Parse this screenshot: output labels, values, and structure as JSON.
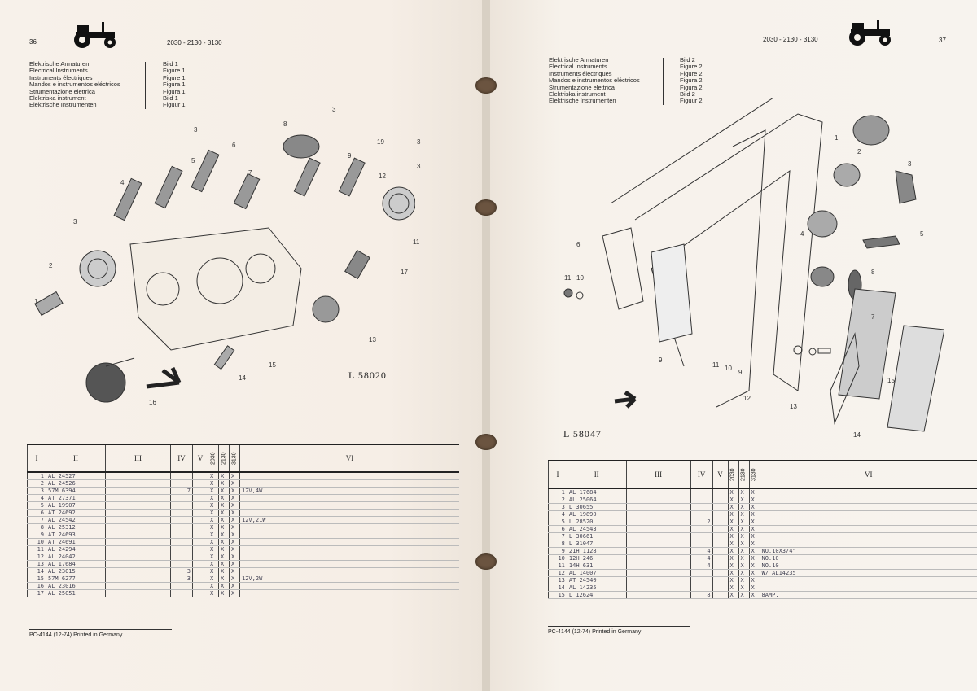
{
  "left": {
    "page_number": "36",
    "models": "2030 - 2130 - 3130",
    "titles": [
      "Elektrische Armaturen",
      "Electrical Instruments",
      "Instruments électriques",
      "Mandos e instrumentos eléctricos",
      "Strumentazione elettrica",
      "Elektriska instrument",
      "Elektrische Instrumenten"
    ],
    "figures": [
      "Bild 1",
      "Figure 1",
      "Figure 1",
      "Figura 1",
      "Figura 1",
      "Bild 1",
      "Figuur 1"
    ],
    "callouts": [
      "3",
      "3",
      "8",
      "3",
      "9",
      "19",
      "3",
      "5",
      "6",
      "7",
      "4",
      "12",
      "3",
      "2",
      "11",
      "17",
      "1",
      "13",
      "14",
      "15",
      "16"
    ],
    "drawing_number": "L 58020",
    "table": {
      "headers": [
        "I",
        "II",
        "III",
        "IV",
        "V",
        "2030",
        "2130",
        "3130",
        "VI"
      ],
      "rows": [
        [
          "1",
          "AL 24527",
          "",
          "",
          "",
          "X",
          "X",
          "X",
          ""
        ],
        [
          "2",
          "AL 24526",
          "",
          "",
          "",
          "X",
          "X",
          "X",
          ""
        ],
        [
          "3",
          "57M 6394",
          "",
          "7",
          "",
          "X",
          "X",
          "X",
          "12V,4W"
        ],
        [
          "4",
          "AT 27371",
          "",
          "",
          "",
          "X",
          "X",
          "X",
          ""
        ],
        [
          "5",
          "AL 19907",
          "",
          "",
          "",
          "X",
          "X",
          "X",
          ""
        ],
        [
          "6",
          "AT 24692",
          "",
          "",
          "",
          "X",
          "X",
          "X",
          ""
        ],
        [
          "7",
          "AL 24542",
          "",
          "",
          "",
          "X",
          "X",
          "X",
          "12V,21W"
        ],
        [
          "8",
          "AL 25312",
          "",
          "",
          "",
          "X",
          "X",
          "X",
          ""
        ],
        [
          "9",
          "AT 24693",
          "",
          "",
          "",
          "X",
          "X",
          "X",
          ""
        ],
        [
          "10",
          "AT 24691",
          "",
          "",
          "",
          "X",
          "X",
          "X",
          ""
        ],
        [
          "11",
          "AL 24294",
          "",
          "",
          "",
          "X",
          "X",
          "X",
          ""
        ],
        [
          "12",
          "AL 24042",
          "",
          "",
          "",
          "X",
          "X",
          "X",
          ""
        ],
        [
          "13",
          "AL 17684",
          "",
          "",
          "",
          "X",
          "X",
          "X",
          ""
        ],
        [
          "14",
          "AL 23015",
          "",
          "3",
          "",
          "X",
          "X",
          "X",
          ""
        ],
        [
          "15",
          "57M 6277",
          "",
          "3",
          "",
          "X",
          "X",
          "X",
          "12V,2W"
        ],
        [
          "16",
          "AL 23016",
          "",
          "",
          "",
          "X",
          "X",
          "X",
          ""
        ],
        [
          "17",
          "AL 25051",
          "",
          "",
          "",
          "X",
          "X",
          "X",
          ""
        ]
      ]
    },
    "footer": "PC-4144 (12-74) Printed in Germany"
  },
  "right": {
    "page_number": "37",
    "models": "2030 - 2130 - 3130",
    "titles": [
      "Elektrische Armaturen",
      "Electrical Instruments",
      "Instruments électriques",
      "Mandos e instrumentos eléctricos",
      "Strumentazione elettrica",
      "Elektriska instrument",
      "Elektrische Instrumenten"
    ],
    "figures": [
      "Bild 2",
      "Figure 2",
      "Figure 2",
      "Figura 2",
      "Figura 2",
      "Bild 2",
      "Figuur 2"
    ],
    "callouts": [
      "1",
      "2",
      "3",
      "4",
      "5",
      "6",
      "7",
      "8",
      "11",
      "10",
      "9",
      "11",
      "10",
      "9",
      "12",
      "13",
      "14",
      "15"
    ],
    "drawing_number": "L 58047",
    "table": {
      "headers": [
        "I",
        "II",
        "III",
        "IV",
        "V",
        "2030",
        "2130",
        "3130",
        "VI"
      ],
      "rows": [
        [
          "1",
          "AL 17684",
          "",
          "",
          "",
          "X",
          "X",
          "X",
          ""
        ],
        [
          "2",
          "AL 25064",
          "",
          "",
          "",
          "X",
          "X",
          "X",
          ""
        ],
        [
          "3",
          "L 30655",
          "",
          "",
          "",
          "X",
          "X",
          "X",
          ""
        ],
        [
          "4",
          "AL 19890",
          "",
          "",
          "",
          "X",
          "X",
          "X",
          ""
        ],
        [
          "5",
          "L 28520",
          "",
          "2",
          "",
          "X",
          "X",
          "X",
          ""
        ],
        [
          "6",
          "AL 24543",
          "",
          "",
          "",
          "X",
          "X",
          "X",
          ""
        ],
        [
          "7",
          "L 30661",
          "",
          "",
          "",
          "X",
          "X",
          "X",
          ""
        ],
        [
          "8",
          "L 31047",
          "",
          "",
          "",
          "X",
          "X",
          "X",
          ""
        ],
        [
          "9",
          "21H 1128",
          "",
          "4",
          "",
          "X",
          "X",
          "X",
          "NO.10X3/4\""
        ],
        [
          "10",
          "12H 246",
          "",
          "4",
          "",
          "X",
          "X",
          "X",
          "NO.10"
        ],
        [
          "11",
          "14H 631",
          "",
          "4",
          "",
          "X",
          "X",
          "X",
          "NO.10"
        ],
        [
          "12",
          "AL 14007",
          "",
          "",
          "",
          "X",
          "X",
          "X",
          "W/ AL14235"
        ],
        [
          "13",
          "AT 24540",
          "",
          "",
          "",
          "X",
          "X",
          "X",
          ""
        ],
        [
          "14",
          "AL 14235",
          "",
          "",
          "",
          "X",
          "X",
          "X",
          ""
        ],
        [
          "15",
          "L 12624",
          "",
          "8",
          "",
          "X",
          "X",
          "X",
          "8AMP."
        ]
      ]
    },
    "footer": "PC-4144 (12-74) Printed in Germany"
  }
}
